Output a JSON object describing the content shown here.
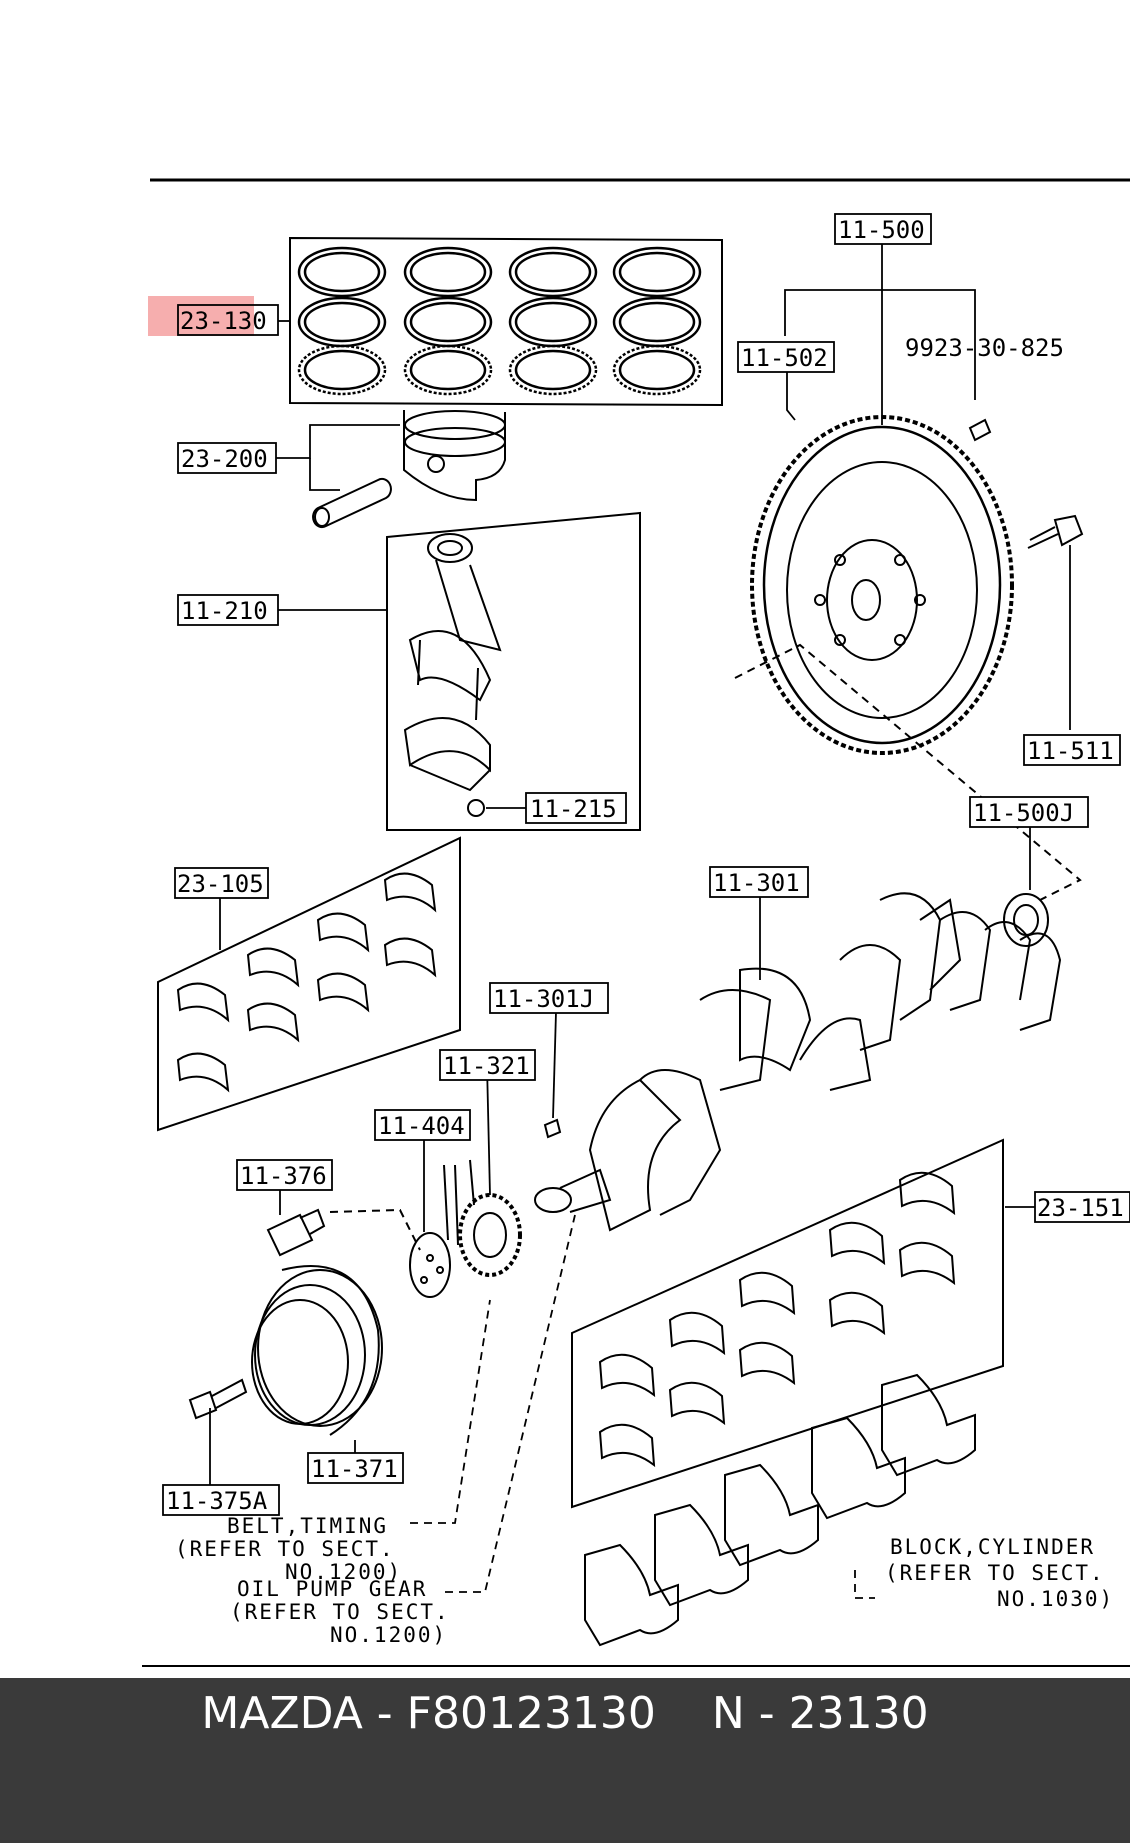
{
  "parts": {
    "p23_130": "23-130",
    "p23_200": "23-200",
    "p11_210": "11-210",
    "p11_215": "11-215",
    "p23_105": "23-105",
    "p11_500": "11-500",
    "p11_502": "11-502",
    "p9923": "9923-30-825",
    "p11_511": "11-511",
    "p11_500J": "11-500J",
    "p11_301": "11-301",
    "p11_301J": "11-301J",
    "p11_321": "11-321",
    "p11_404": "11-404",
    "p11_376": "11-376",
    "p23_151": "23-151",
    "p11_371": "11-371",
    "p11_375A": "11-375A"
  },
  "notes": {
    "belt_1": "BELT,TIMING",
    "belt_2": "(REFER TO SECT.",
    "belt_3": "NO.1200)",
    "oil_1": "OIL PUMP GEAR",
    "oil_2": "(REFER TO SECT.",
    "oil_3": "NO.1200)",
    "block_1": "BLOCK,CYLINDER",
    "block_2": "(REFER TO SECT.",
    "block_3": "NO.1030)"
  },
  "highlight_color": "#f28b8b",
  "footer": {
    "text": "MAZDA - F80123130    N - 23130"
  }
}
